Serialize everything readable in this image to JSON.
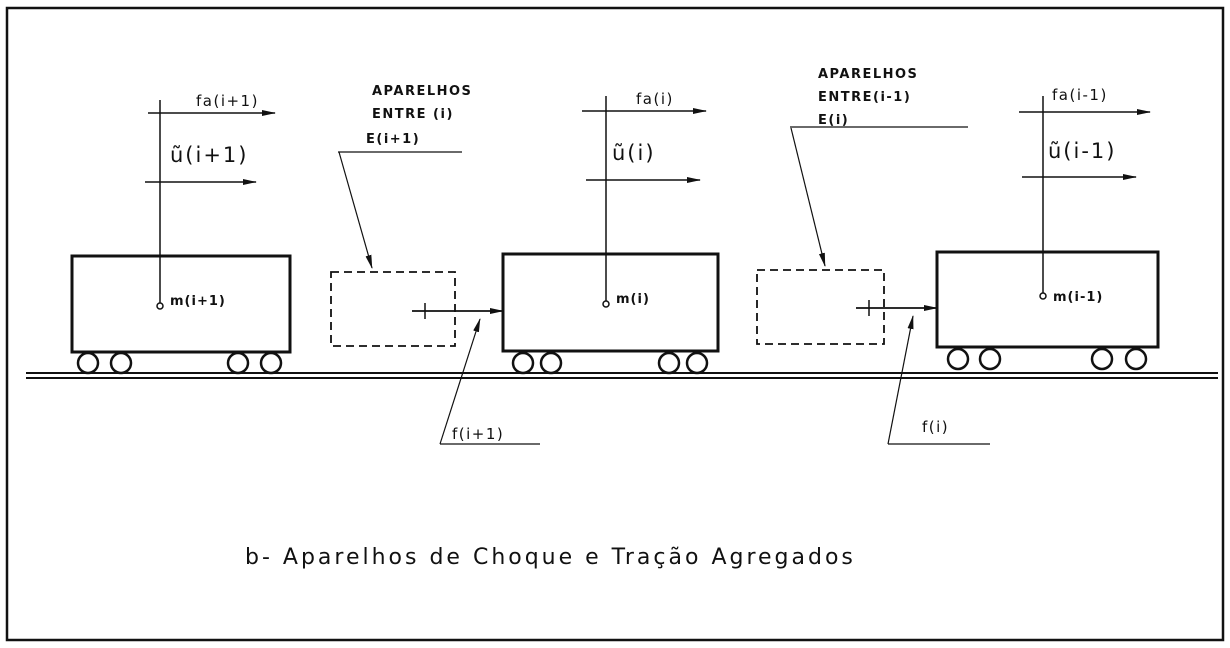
{
  "caption": "b- Aparelhos de Choque e Tração Agregados",
  "wagons": [
    {
      "mass": "m(i+1)",
      "fa": "fa(i+1)",
      "u": "ũ(i+1)"
    },
    {
      "mass": "m(i)",
      "fa": "fa(i)",
      "u": "ũ(i)"
    },
    {
      "mass": "m(i-1)",
      "fa": "fa(i-1)",
      "u": "ũ(i-1)"
    }
  ],
  "devices": [
    {
      "label_line1": "APARELHOS",
      "label_line2": "ENTRE (i)",
      "label_line3": "E(i+1)",
      "force": "f(i+1)"
    },
    {
      "label_line1": "APARELHOS",
      "label_line2": "ENTRE(i-1)",
      "label_line3": "E(i)",
      "force": "f(i)"
    }
  ]
}
